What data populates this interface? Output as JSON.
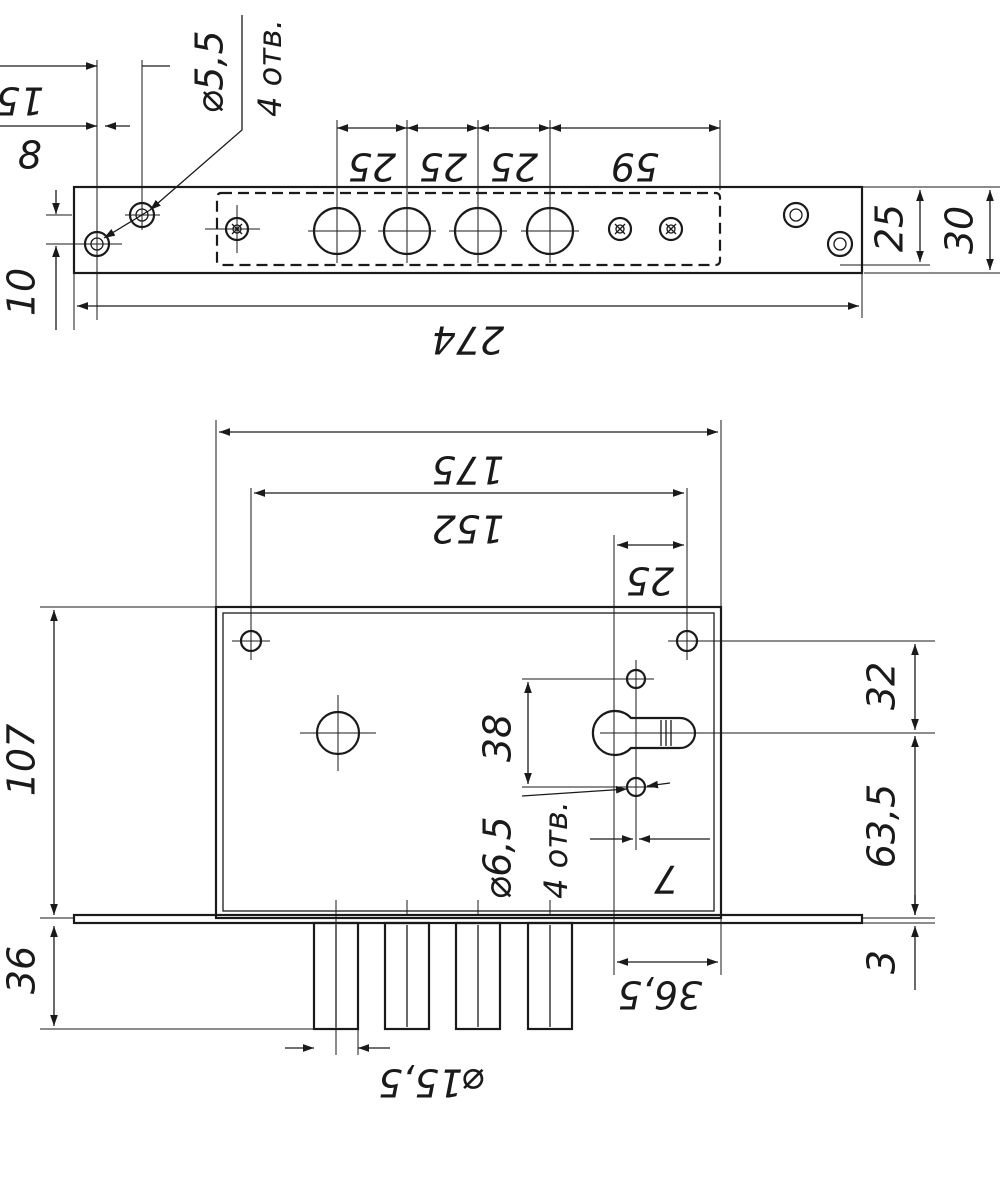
{
  "strike_plate": {
    "length": "274",
    "height": "30",
    "inner_height": "25",
    "hole_offset_x": "15",
    "hole_offset_x2": "8",
    "hole_offset_y": "10",
    "bolt_pitch_1": "25",
    "bolt_pitch_2": "25",
    "bolt_pitch_3": "25",
    "bolt_to_edge": "59",
    "mount_hole_diameter": "⌀5,5",
    "mount_hole_note": "4 отв."
  },
  "lock_body": {
    "outer_width": "175",
    "hole_spacing": "152",
    "cylinder_offset": "25",
    "height": "107",
    "bolt_projection": "36",
    "cylinder_hole_spacing": "38",
    "top_to_cylinder": "32",
    "cylinder_to_bottom": "63,5",
    "plate_thickness": "3",
    "screw_offset": "7",
    "backset": "36,5",
    "body_hole_diameter": "⌀6,5",
    "body_hole_note": "4 отв.",
    "bolt_diameter": "⌀15,5"
  }
}
